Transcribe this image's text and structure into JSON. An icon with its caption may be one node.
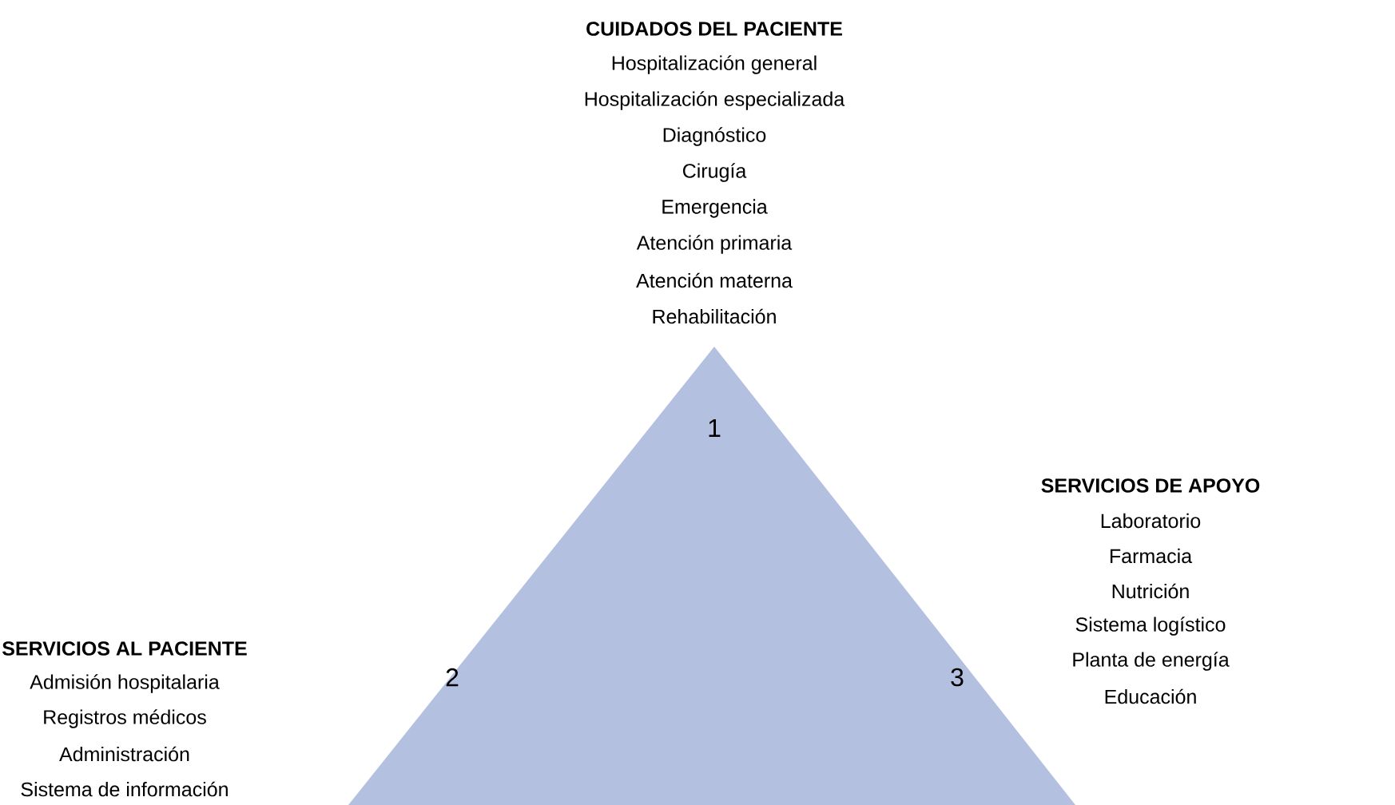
{
  "diagram": {
    "nodes": [
      {
        "text": [
          "1",
          "2",
          "3"
        ]
      }
    ],
    "labels": [
      "CUIDADOS DEL PACIENTE",
      "Hospitalización general",
      "Hospitalización especializada",
      "Diagnóstico",
      "Cirugía",
      "Emergencia",
      "Atención primaria",
      "Atención materna",
      "Rehabilitación",
      "SERVICIOS AL PACIENTE",
      "Admisión hospitalaria",
      "Registros médicos",
      "Administración",
      "Sistema de información",
      "SERVICIOS DE APOYO",
      "Laboratorio",
      "Farmacia",
      "Nutrición",
      "Sistema logístico",
      "Planta de energía",
      "Educación"
    ]
  }
}
